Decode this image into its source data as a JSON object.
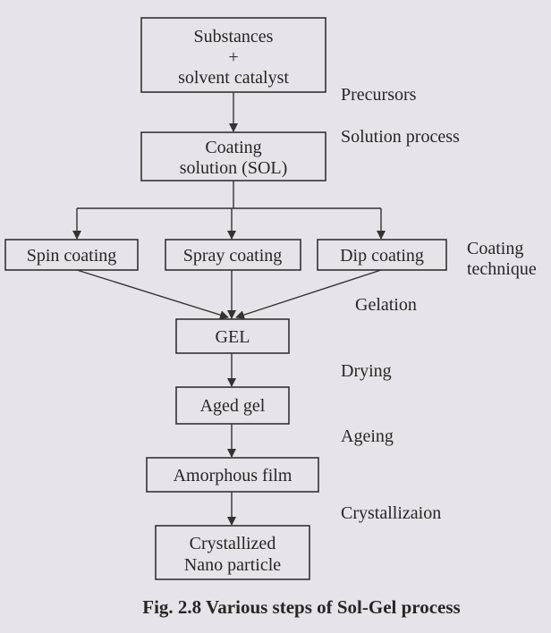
{
  "diagram": {
    "nodes": {
      "substances": {
        "line1": "Substances",
        "line2": "+",
        "line3": "solvent catalyst"
      },
      "sol": {
        "line1": "Coating",
        "line2": "solution (SOL)"
      },
      "spin": "Spin coating",
      "spray": "Spray coating",
      "dip": "Dip coating",
      "gel": "GEL",
      "aged_gel": "Aged gel",
      "amorphous": "Amorphous film",
      "crystallized": {
        "line1": "Crystallized",
        "line2": "Nano particle"
      }
    },
    "step_labels": {
      "precursors": "Precursors",
      "solution_process": "Solution process",
      "coating_technique_1": "Coating",
      "coating_technique_2": "technique",
      "gelation": "Gelation",
      "drying": "Drying",
      "ageing": "Ageing",
      "crystallization": "Crystallizaion"
    },
    "caption": "Fig. 2.8 Various steps of Sol-Gel process"
  }
}
